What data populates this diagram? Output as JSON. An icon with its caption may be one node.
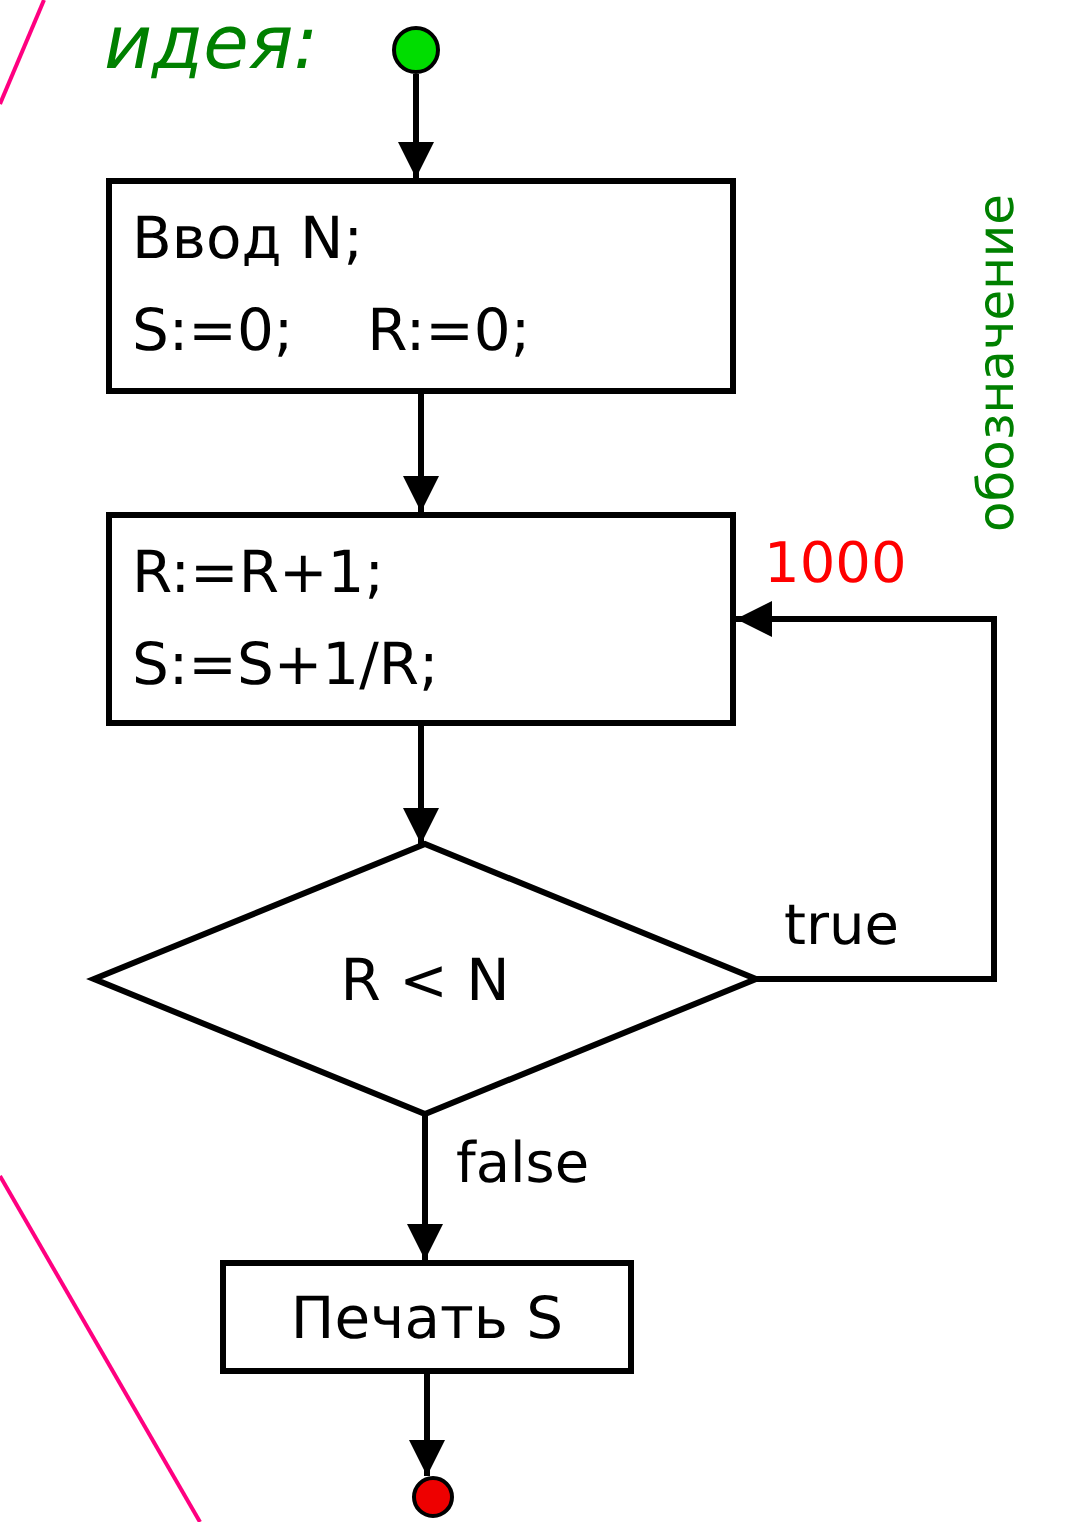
{
  "diagram": {
    "nodes": [
      {
        "text": [],
        "shape": "circle"
      },
      {
        "text": [
          "Ввод N;",
          "S:=0;    R:=0;"
        ]
      },
      {
        "text": [
          "R:=R+1;",
          "S:=S+1/R;"
        ]
      },
      {
        "text": [
          "R < N"
        ]
      },
      {
        "text": [
          "Печать S"
        ]
      },
      {
        "text": [],
        "shape": "circle"
      }
    ],
    "edges": [
      {
        "from": 0,
        "to": 1,
        "arrow": "to"
      },
      {
        "from": 1,
        "to": 2,
        "arrow": "to"
      },
      {
        "from": 2,
        "to": 3,
        "arrow": "to"
      },
      {
        "from": 3,
        "to": 2,
        "arrow": "to",
        "label": "true"
      },
      {
        "from": 3,
        "to": 4,
        "arrow": "to",
        "label": "false"
      },
      {
        "from": 4,
        "to": 5,
        "arrow": "to"
      }
    ],
    "labels": [
      "идея:",
      "1000",
      "обозначение"
    ]
  }
}
